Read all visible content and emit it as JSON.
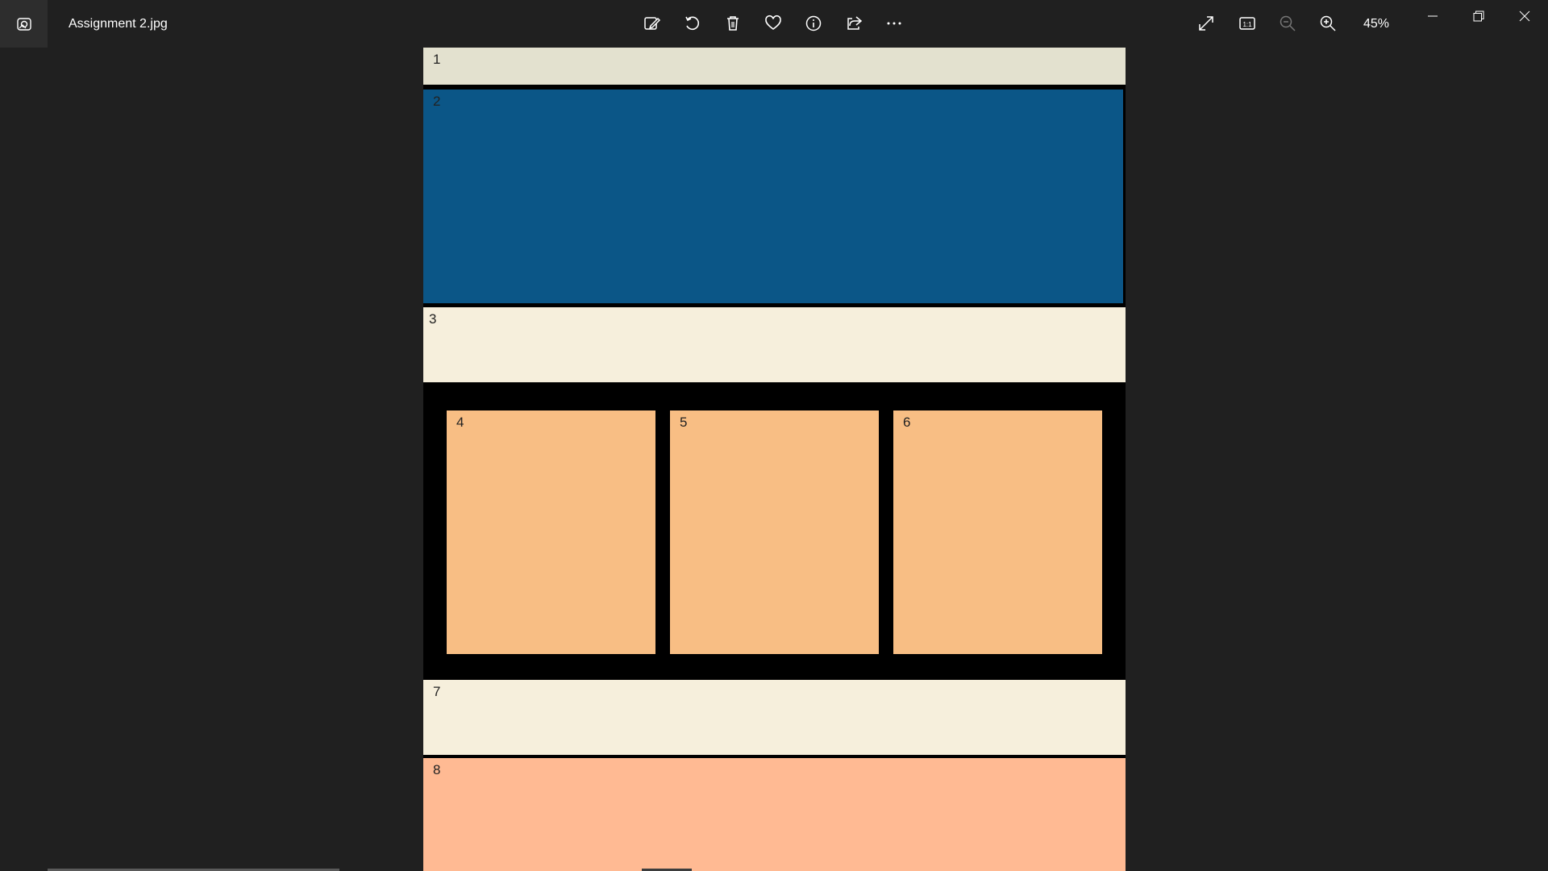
{
  "window": {
    "title": "Assignment 2.jpg",
    "zoom_level": "45%"
  },
  "toolbar": {
    "items": [
      "edit-image-icon",
      "rotate-icon",
      "delete-icon",
      "favorite-icon",
      "info-icon",
      "share-icon",
      "more-icon"
    ]
  },
  "view_controls": [
    "fullscreen-icon",
    "actual-size-icon",
    "zoom-out-icon",
    "zoom-in-icon"
  ],
  "window_controls": [
    "minimize-icon",
    "restore-icon",
    "close-icon"
  ],
  "image": {
    "colors": {
      "block1": "#e3e1cf",
      "block2": "#0b5687",
      "block3": "#f6efdc",
      "cards": "#f8be84",
      "block7": "#f6efdc",
      "block8": "#ffba93",
      "background": "#000000"
    },
    "blocks": {
      "b1": "1",
      "b2": "2",
      "b3": "3",
      "b4": "4",
      "b5": "5",
      "b6": "6",
      "b7": "7",
      "b8": "8"
    }
  }
}
